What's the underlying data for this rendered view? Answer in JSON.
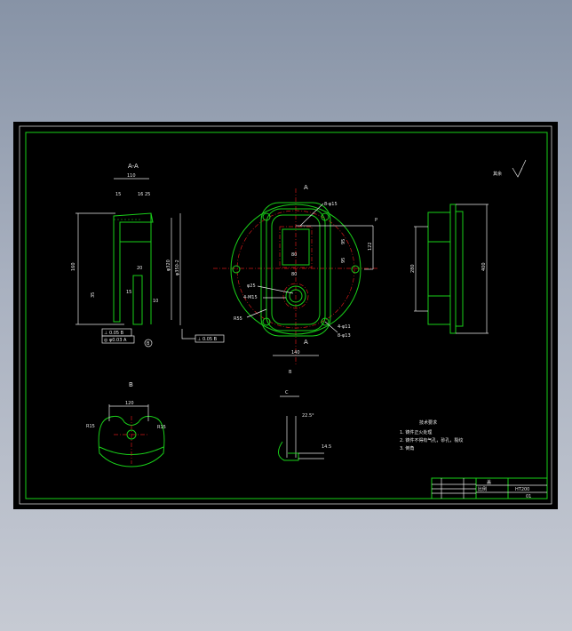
{
  "drawing": {
    "section_view": {
      "title": "A-A",
      "dims": [
        "110",
        "15",
        "16",
        "25",
        "160",
        "φ320",
        "φ350-2",
        "20",
        "15",
        "10",
        "35"
      ],
      "tolerance_1": "⊥ 0.05 B",
      "tolerance_2": "◎ φ0.03 A",
      "tolerance_3": "⊥ 0.05 B",
      "datum": "B"
    },
    "plan_view": {
      "section_mark": "A",
      "dims": [
        "8-φ15",
        "P",
        "122",
        "95",
        "95",
        "80",
        "80",
        "φ25",
        "4-M15",
        "R55",
        "4-φ11",
        "8-φ13",
        "140"
      ],
      "datum": "B"
    },
    "side_view": {
      "dims": [
        "280",
        "400"
      ]
    },
    "view_b": {
      "title": "B",
      "dims": [
        "120",
        "R15",
        "R15"
      ]
    },
    "detail_c": {
      "title": "C",
      "dims": [
        "22.5°",
        "14.5"
      ]
    },
    "roughness_note": "其余",
    "tech_requirements": {
      "title": "技术要求",
      "items": [
        "1. 铸件正火处理",
        "2. 铸件不得有气孔，砂孔，裂纹",
        "3. 倒角"
      ]
    },
    "title_block": {
      "part_name": "盖",
      "scale": "比例",
      "material": "HT200",
      "drawing_no": "01"
    }
  },
  "colors": {
    "outline": "#19d019",
    "dimension": "#e8e8e8",
    "centerline": "#d01818",
    "background": "#000000"
  }
}
